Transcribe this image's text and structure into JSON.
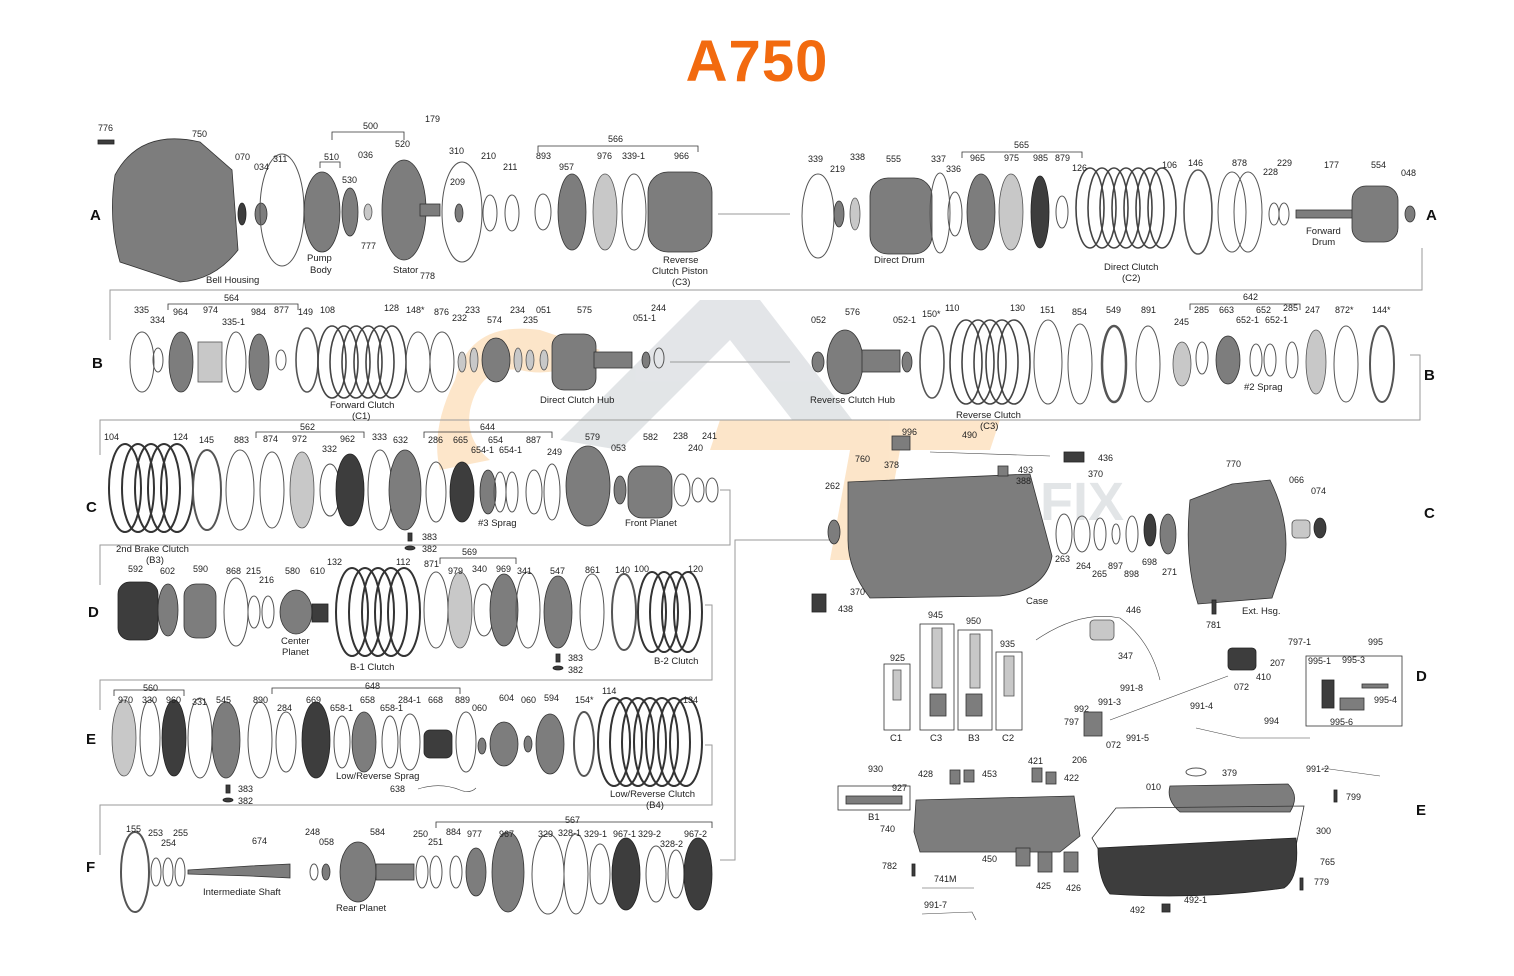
{
  "title": "A750",
  "row_letters": {
    "a": "A",
    "b": "B",
    "c": "C",
    "d": "D",
    "e": "E",
    "f": "F"
  },
  "colors": {
    "title": "#f26a0f",
    "watermark_orange": "#f7a541",
    "watermark_gray": "#9aa3ad"
  },
  "watermark_text": "FIX",
  "labels": {
    "bell_housing": "Bell Housing",
    "pump_body_1": "Pump",
    "pump_body_2": "Body",
    "stator": "Stator",
    "reverse_piston_1": "Reverse",
    "reverse_piston_2": "Clutch Piston",
    "reverse_piston_3": "(C3)",
    "direct_drum": "Direct Drum",
    "direct_clutch": "Direct Clutch",
    "c2": "(C2)",
    "forward_drum_1": "Forward",
    "forward_drum_2": "Drum",
    "forward_clutch": "Forward Clutch",
    "c1": "(C1)",
    "direct_clutch_hub": "Direct Clutch Hub",
    "reverse_clutch_hub": "Reverse Clutch Hub",
    "reverse_clutch": "Reverse Clutch",
    "c3": "(C3)",
    "sprag2": "#2 Sprag",
    "brake2": "2nd Brake Clutch",
    "b3": "(B3)",
    "sprag3": "#3 Sprag",
    "front_planet": "Front Planet",
    "center_planet_1": "Center",
    "center_planet_2": "Planet",
    "b1_clutch": "B-1 Clutch",
    "b2_clutch": "B-2 Clutch",
    "low_rev_sprag": "Low/Reverse Sprag",
    "low_rev_clutch": "Low/Reverse Clutch",
    "b4": "(B4)",
    "intermediate_shaft": "Intermediate Shaft",
    "rear_planet": "Rear Planet",
    "case": "Case",
    "ext_hsg": "Ext. Hsg.",
    "c1v": "C1",
    "c3v": "C3",
    "b3v": "B3",
    "c2v": "C2",
    "b1v": "B1"
  },
  "parts": {
    "p776": "776",
    "p750": "750",
    "p070": "070",
    "p034": "034",
    "p311": "311",
    "p500": "500",
    "p510": "510",
    "p036": "036",
    "p520": "520",
    "p530": "530",
    "p179": "179",
    "p310": "310",
    "p209": "209",
    "p210": "210",
    "p211": "211",
    "p777": "777",
    "p778": "778",
    "p566": "566",
    "p893": "893",
    "p957": "957",
    "p976": "976",
    "p3391": "339-1",
    "p966": "966",
    "p339": "339",
    "p219": "219",
    "p338": "338",
    "p555": "555",
    "p337": "337",
    "p336": "336",
    "p565": "565",
    "p965": "965",
    "p975": "975",
    "p985": "985",
    "p879": "879",
    "p126": "126",
    "p106": "106",
    "p146": "146",
    "p878": "878",
    "p228": "228",
    "p229": "229",
    "p177": "177",
    "p554": "554",
    "p048": "048",
    "p335": "335",
    "p334": "334",
    "p564": "564",
    "p964": "964",
    "p974": "974",
    "p3351": "335-1",
    "p984": "984",
    "p877": "877",
    "p149": "149",
    "p108": "108",
    "p128": "128",
    "p148s": "148*",
    "p876": "876",
    "p232": "232",
    "p233": "233",
    "p574": "574",
    "p234": "234",
    "p235": "235",
    "p051": "051",
    "p575": "575",
    "p244": "244",
    "p0511": "051-1",
    "p052": "052",
    "p576": "576",
    "p0521": "052-1",
    "p150s": "150*",
    "p110": "110",
    "p130": "130",
    "p151": "151",
    "p854": "854",
    "p549": "549",
    "p891": "891",
    "p245": "245",
    "p285": "285",
    "p663": "663",
    "p642": "642",
    "p652": "652",
    "p6521": "652-1",
    "p6521b": "652-1",
    "p285b": "285",
    "p247": "247",
    "p872s": "872*",
    "p144s": "144*",
    "p104": "104",
    "p124": "124",
    "p145": "145",
    "p883": "883",
    "p562": "562",
    "p874": "874",
    "p972": "972",
    "p332": "332",
    "p962": "962",
    "p333": "333",
    "p632": "632",
    "p644": "644",
    "p286": "286",
    "p665": "665",
    "p654": "654",
    "p6541": "654-1",
    "p6541b": "654-1",
    "p887": "887",
    "p249": "249",
    "p579": "579",
    "p053": "053",
    "p582": "582",
    "p238": "238",
    "p240": "240",
    "p241": "241",
    "p383": "383",
    "p382": "382",
    "p592": "592",
    "p602": "602",
    "p590": "590",
    "p868": "868",
    "p215": "215",
    "p216": "216",
    "p580": "580",
    "p610": "610",
    "p132": "132",
    "p112": "112",
    "p871": "871",
    "p569": "569",
    "p979": "979",
    "p340": "340",
    "p969": "969",
    "p341": "341",
    "p547": "547",
    "p861": "861",
    "p140": "140",
    "p100": "100",
    "p120": "120",
    "p383b": "383",
    "p382b": "382",
    "p560": "560",
    "p970": "970",
    "p330": "330",
    "p960": "960",
    "p331": "331",
    "p545": "545",
    "p890": "890",
    "p284": "284",
    "p648": "648",
    "p669": "669",
    "p6581": "658-1",
    "p658": "658",
    "p6581b": "658-1",
    "p2841": "284-1",
    "p668": "668",
    "p889": "889",
    "p060": "060",
    "p604": "604",
    "p060b": "060",
    "p594": "594",
    "p154s": "154*",
    "p114": "114",
    "p134": "134",
    "p383c": "383",
    "p382c": "382",
    "p638": "638",
    "p155": "155",
    "p253": "253",
    "p254": "254",
    "p255": "255",
    "p674": "674",
    "p248": "248",
    "p058": "058",
    "p584": "584",
    "p567": "567",
    "p250": "250",
    "p884": "884",
    "p251": "251",
    "p977": "977",
    "p967": "967",
    "p329": "329",
    "p3281": "328-1",
    "p3291": "329-1",
    "p9671": "967-1",
    "p3292": "329-2",
    "p3282": "328-2",
    "p9672": "967-2",
    "p996": "996",
    "p490": "490",
    "p378": "378",
    "p760": "760",
    "p436": "436",
    "p370": "370",
    "p493": "493",
    "p388": "388",
    "p262": "262",
    "p370b": "370",
    "p438": "438",
    "p263": "263",
    "p264": "264",
    "p265": "265",
    "p897": "897",
    "p898": "898",
    "p698": "698",
    "p271": "271",
    "p770": "770",
    "p066": "066",
    "p074": "074",
    "p781": "781",
    "p945": "945",
    "p950": "950",
    "p925": "925",
    "p935": "935",
    "p446": "446",
    "p347": "347",
    "p7971": "797-1",
    "p207": "207",
    "p410": "410",
    "p072": "072",
    "p9918": "991-8",
    "p9913": "991-3",
    "p9914": "991-4",
    "p992": "992",
    "p797": "797",
    "p072b": "072",
    "p9915": "991-5",
    "p206": "206",
    "p994": "994",
    "p995": "995",
    "p9951": "995-1",
    "p9953": "995-3",
    "p9954": "995-4",
    "p9956": "995-6",
    "p930": "930",
    "p927": "927",
    "p428": "428",
    "p453": "453",
    "p421": "421",
    "p422": "422",
    "p740": "740",
    "p450": "450",
    "p425": "425",
    "p426": "426",
    "p782": "782",
    "p741m": "741M",
    "p9917": "991-7",
    "p379": "379",
    "p010": "010",
    "p9912": "991-2",
    "p799": "799",
    "p300": "300",
    "p765": "765",
    "p779": "779",
    "p4921": "492-1",
    "p492": "492"
  }
}
